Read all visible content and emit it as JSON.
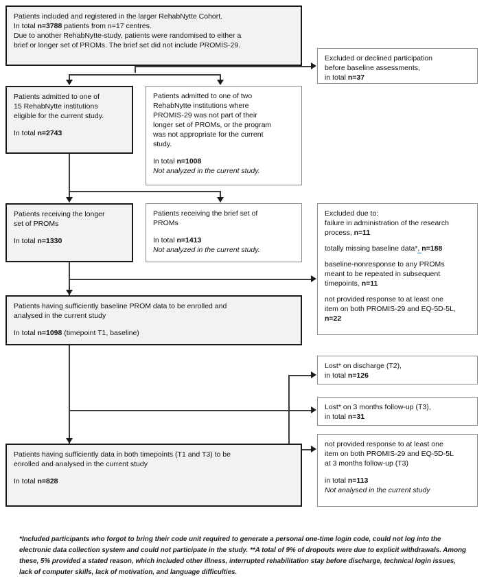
{
  "diagram": {
    "title": "Study participant flow diagram (RehabNytte Cohort)",
    "boxes": {
      "cohort": {
        "line1": "Patients included and registered in the larger RehabNytte Cohort.",
        "line2_pre": "In total ",
        "line2_bold": "n=3788",
        "line2_post": " patients from n=17 centres.",
        "line3": "Due to another RehabNytte-study, patients were randomised to either a",
        "line4": "brief or longer set of PROMs. The brief set did not include PROMIS-29."
      },
      "excluded_baseline": {
        "line1": "Excluded or declined participation",
        "line2": "before baseline assessments,",
        "line3_pre": "in total ",
        "line3_bold": "n=37"
      },
      "admitted_15": {
        "line1": "Patients admitted to one of",
        "line2": "15 RehabNytte institutions",
        "line3": "eligible for the current study.",
        "total_pre": "In total ",
        "total_bold": "n=2743"
      },
      "admitted_2": {
        "line1": "Patients admitted to one of two",
        "line2": "RehabNytte institutions where",
        "line3": "PROMIS-29 was not part of their",
        "line4": "longer set of PROMs, or the program",
        "line5": "was not appropriate for the current",
        "line6": "study.",
        "total_pre": "In total ",
        "total_bold": "n=1008",
        "note": "Not analyzed in the current study."
      },
      "longer_proms": {
        "line1": "Patients receiving the longer",
        "line2": "set of PROMs",
        "total_pre": "In total ",
        "total_bold": "n=1330"
      },
      "brief_proms": {
        "line1": "Patients receiving the brief set of",
        "line2": "PROMs",
        "total_pre": "In total ",
        "total_bold": "n=1413",
        "note": "Not analyzed in the current study."
      },
      "excluded_due_to": {
        "heading": "Excluded due to:",
        "reason1_line1": "failure in administration of the research",
        "reason1_line2_pre": "process, ",
        "reason1_line2_bold": "n=11",
        "reason2_pre": "totally missing baseline data*",
        "reason2_sep": ", ",
        "reason2_bold": "n=188",
        "reason3_line1": "baseline-nonresponse to any PROMs",
        "reason3_line2": "meant to be repeated in subsequent",
        "reason3_line3_pre": "timepoints, ",
        "reason3_line3_bold": "n=11",
        "reason4_line1": "not provided response to at least one",
        "reason4_line2": "item on both PROMIS-29 and EQ-5D-5L,",
        "reason4_bold": "n=22"
      },
      "baseline_enrolled": {
        "line1": "Patients having sufficiently baseline PROM data to be enrolled and",
        "line2": "analysed in the current study",
        "total_pre": "In total ",
        "total_bold": "n=1098",
        "total_post": " (timepoint T1, baseline)"
      },
      "lost_t2": {
        "line1": "Lost* on discharge (T2),",
        "line2_pre": "in total ",
        "line2_bold": "n=126"
      },
      "lost_t3": {
        "line1": "Lost* on 3 months follow-up (T3),",
        "line2_pre": "in total ",
        "line2_bold": "n=31"
      },
      "no_response_t3": {
        "line1": "not provided response to at least one",
        "line2": "item on both PROMIS-29 and EQ-5D-5L",
        "line3": "at 3 months follow-up (T3)",
        "total_pre": "in total ",
        "total_bold": "n=113",
        "note": "Not analysed in the current study"
      },
      "final_sample": {
        "line1": "Patients having sufficiently data in both timepoints (T1 and T3) to be",
        "line2": "enrolled and analysed in the current study",
        "total_pre": "In total ",
        "total_bold": "n=828"
      }
    },
    "footnote": "*Included participants who forgot to bring their code unit required to generate a personal one-time login code, could not log into the electronic data collection system and could not participate in the study.  **A total of 9% of dropouts were due to explicit withdrawals. Among these, 5% provided a stated reason, which included other illness, interrupted rehabilitation stay before discharge, technical login issues, lack of computer skills, lack of motivation, and language difficulties.",
    "colors": {
      "box_fill": "#f2f2f2",
      "box_fill_alt": "#ffffff",
      "box_border_strong": "#1a1a1a",
      "box_border_thin": "#8a8a8a",
      "connector": "#3a3a3a",
      "spellcheck_underline": "#2f5fd0"
    }
  },
  "flow": {
    "counts": {
      "registered_cohort": 3788,
      "centres": 17,
      "excluded_declined_baseline": 37,
      "admitted_15_institutions": 2743,
      "admitted_2_institutions_excluded": 1008,
      "receiving_longer_proms": 1330,
      "receiving_brief_proms": 1413,
      "excluded_admin_failure": 11,
      "excluded_missing_baseline_data": 188,
      "excluded_baseline_nonresponse": 11,
      "excluded_incomplete_promis_eq5d": 22,
      "enrolled_baseline_t1": 1098,
      "lost_discharge_t2": 126,
      "lost_3months_t3": 31,
      "incomplete_t3": 113,
      "final_analysed_t1_t3": 828
    }
  }
}
